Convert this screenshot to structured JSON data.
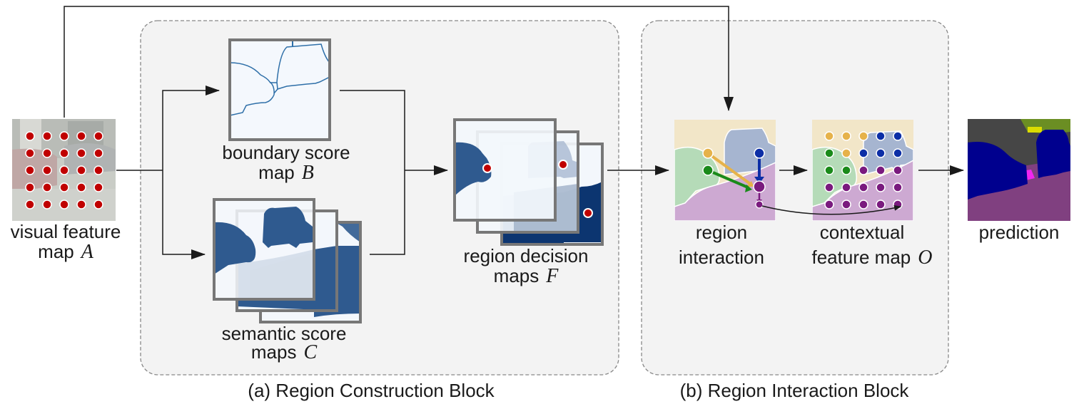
{
  "figure": {
    "blocks": [
      {
        "id": "region-construction",
        "caption": "(a) Region Construction Block"
      },
      {
        "id": "region-interaction",
        "caption": "(b) Region Interaction Block"
      }
    ],
    "nodes": {
      "visual_feature_map": {
        "label_line1": "visual feature",
        "label_line2": "map",
        "symbol": "A"
      },
      "boundary_score_map": {
        "label_line1": "boundary score",
        "label_line2": "map",
        "symbol": "B"
      },
      "semantic_score_maps": {
        "label_line1": "semantic score",
        "label_line2": "maps",
        "symbol": "C"
      },
      "region_decision_maps": {
        "label_line1": "region decision",
        "label_line2": "maps",
        "symbol": "F"
      },
      "region_interaction": {
        "label_line1": "region",
        "label_line2": "interaction"
      },
      "contextual_feature_map": {
        "label_line1": "contextual",
        "label_line2": "feature map",
        "symbol": "O"
      },
      "prediction": {
        "label": "prediction"
      }
    },
    "grid_dots": {
      "rows": 5,
      "cols": 5
    },
    "colors": {
      "block_bg": "#f3f3f3",
      "dashed_border": "#888888",
      "dot_red": "#c00000",
      "map_dark_blue": "#2f5a8f",
      "map_navy": "#0c3570",
      "map_light": "#f3f7fc",
      "region_tan": "#f2e6c8",
      "region_green": "#b5dbb8",
      "region_blue": "#a6b5d0",
      "region_purple": "#cda9d2",
      "node_orange": "#e6b24a",
      "node_green": "#1a8a1a",
      "node_blue": "#0c2ea6",
      "node_purple": "#7a1a7e",
      "pred_gray": "#464646",
      "pred_car": "#00008e",
      "pred_road": "#804080",
      "pred_magenta": "#f026f0",
      "pred_veg": "#6b8e23",
      "pred_yellow": "#dcdc00"
    },
    "contextual_dot_classes": [
      [
        "orange",
        "orange",
        "orange",
        "blue",
        "blue"
      ],
      [
        "green",
        "orange",
        "blue",
        "blue",
        "blue"
      ],
      [
        "green",
        "green",
        "purple",
        "purple",
        "purple"
      ],
      [
        "purple",
        "purple",
        "purple",
        "purple",
        "purple"
      ],
      [
        "purple",
        "purple",
        "purple",
        "purple",
        "purple"
      ]
    ]
  }
}
